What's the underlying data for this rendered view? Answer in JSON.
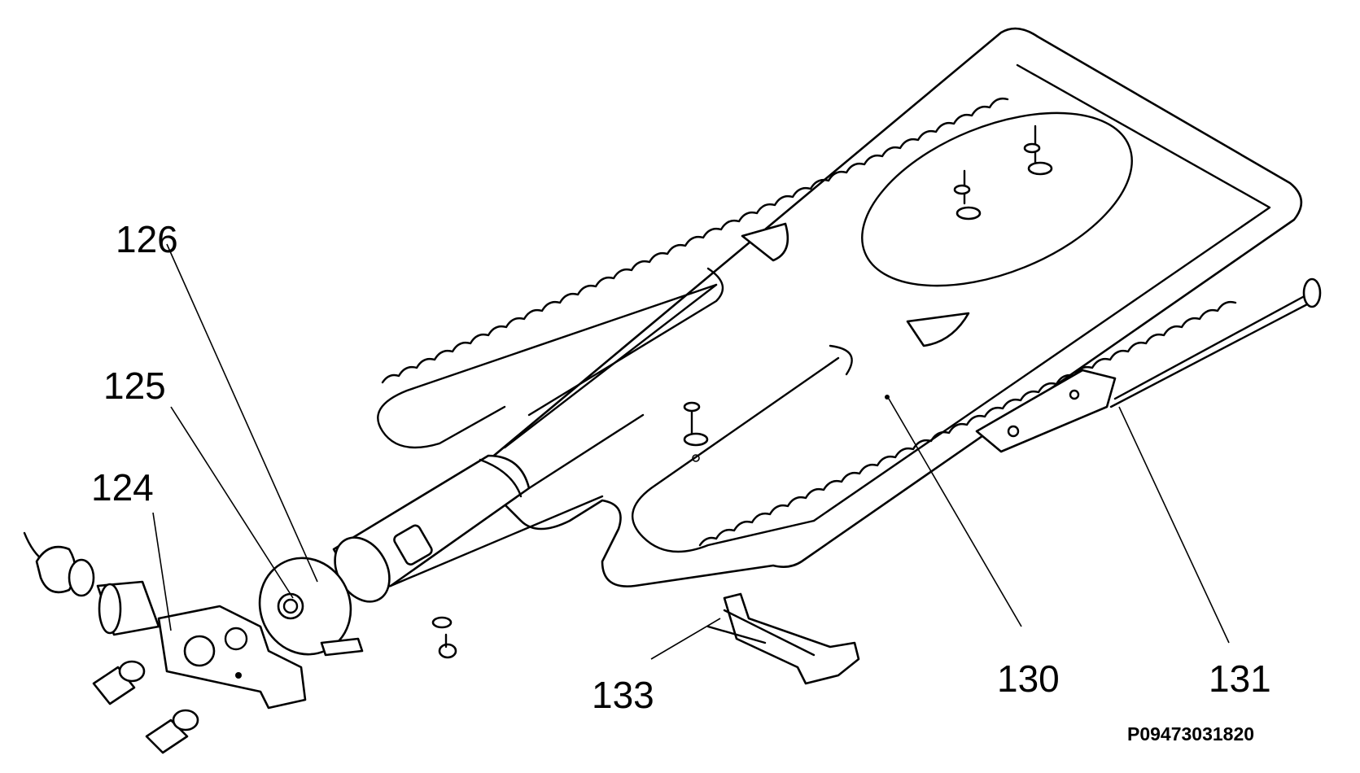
{
  "diagram": {
    "callouts": {
      "c124": "124",
      "c125": "125",
      "c126": "126",
      "c130": "130",
      "c131": "131",
      "c133": "133"
    },
    "part_code": "P09473031820"
  },
  "colors": {
    "line": "#000000",
    "background": "#ffffff"
  }
}
